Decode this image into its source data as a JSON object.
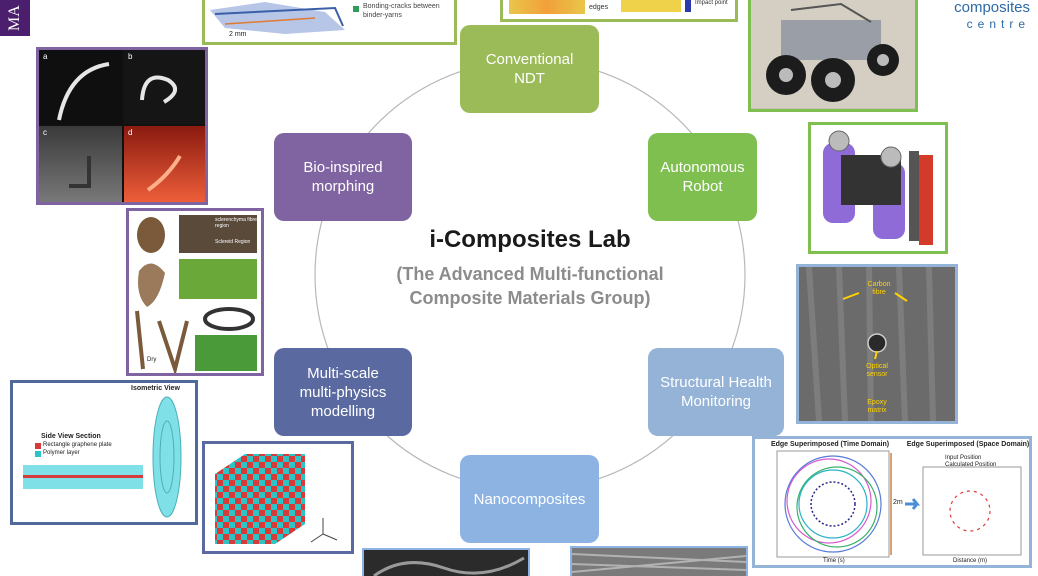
{
  "header": {
    "left_logo_text": "MA",
    "right_logo_line1": "composites",
    "right_logo_line2": "centre"
  },
  "center": {
    "title": "i-Composites Lab",
    "subtitle_line1": "(The Advanced Multi-functional",
    "subtitle_line2": "Composite Materials Group)"
  },
  "nodes": [
    {
      "id": "conventional-ndt",
      "label": "Conventional\nNDT",
      "color": "#9bbb59"
    },
    {
      "id": "autonomous-robot",
      "label": "Autonomous\nRobot",
      "color": "#7fbf4f"
    },
    {
      "id": "structural-health-monitoring",
      "label": "Structural Health\nMonitoring",
      "color": "#95b3d7"
    },
    {
      "id": "nanocomposites",
      "label": "Nanocomposites",
      "color": "#8db3e2"
    },
    {
      "id": "multi-scale-modelling",
      "label": "Multi-scale\nmulti-physics\nmodelling",
      "color": "#5a6aa0"
    },
    {
      "id": "bio-inspired-morphing",
      "label": "Bio-inspired\nmorphing",
      "color": "#8064a2"
    }
  ],
  "figure_labels": {
    "ndt_top_legend": "Bonding-cracks between binder-yarns",
    "ndt_scale": "2 mm",
    "ndt_edges": "edges",
    "ndt_impact": "Impact point",
    "panel_a": "a",
    "panel_b": "b",
    "panel_c": "c",
    "panel_d": "d",
    "bio_sclerenchyma": "sclerenchyma fibre region",
    "bio_sclereid": "Sclereid Region",
    "bio_dry": "Dry",
    "shm_carbon": "Carbon fibre",
    "shm_optical": "Optical sensor",
    "shm_epoxy": "Epoxy matrix",
    "iso_title": "Isometric View",
    "side_title": "Side View Section",
    "legend_graphene": "Rectangle graphene plate",
    "legend_polymer": "Polymer layer",
    "edge_time": "Edge Superimposed (Time Domain)",
    "edge_space": "Edge Superimposed (Space Domain)",
    "edge_input": "Input Position",
    "edge_calc": "Calculated Position",
    "edge_time_axis": "Time (s)",
    "edge_dist_axis": "Distance (m)",
    "edge_two_m": "2m"
  }
}
